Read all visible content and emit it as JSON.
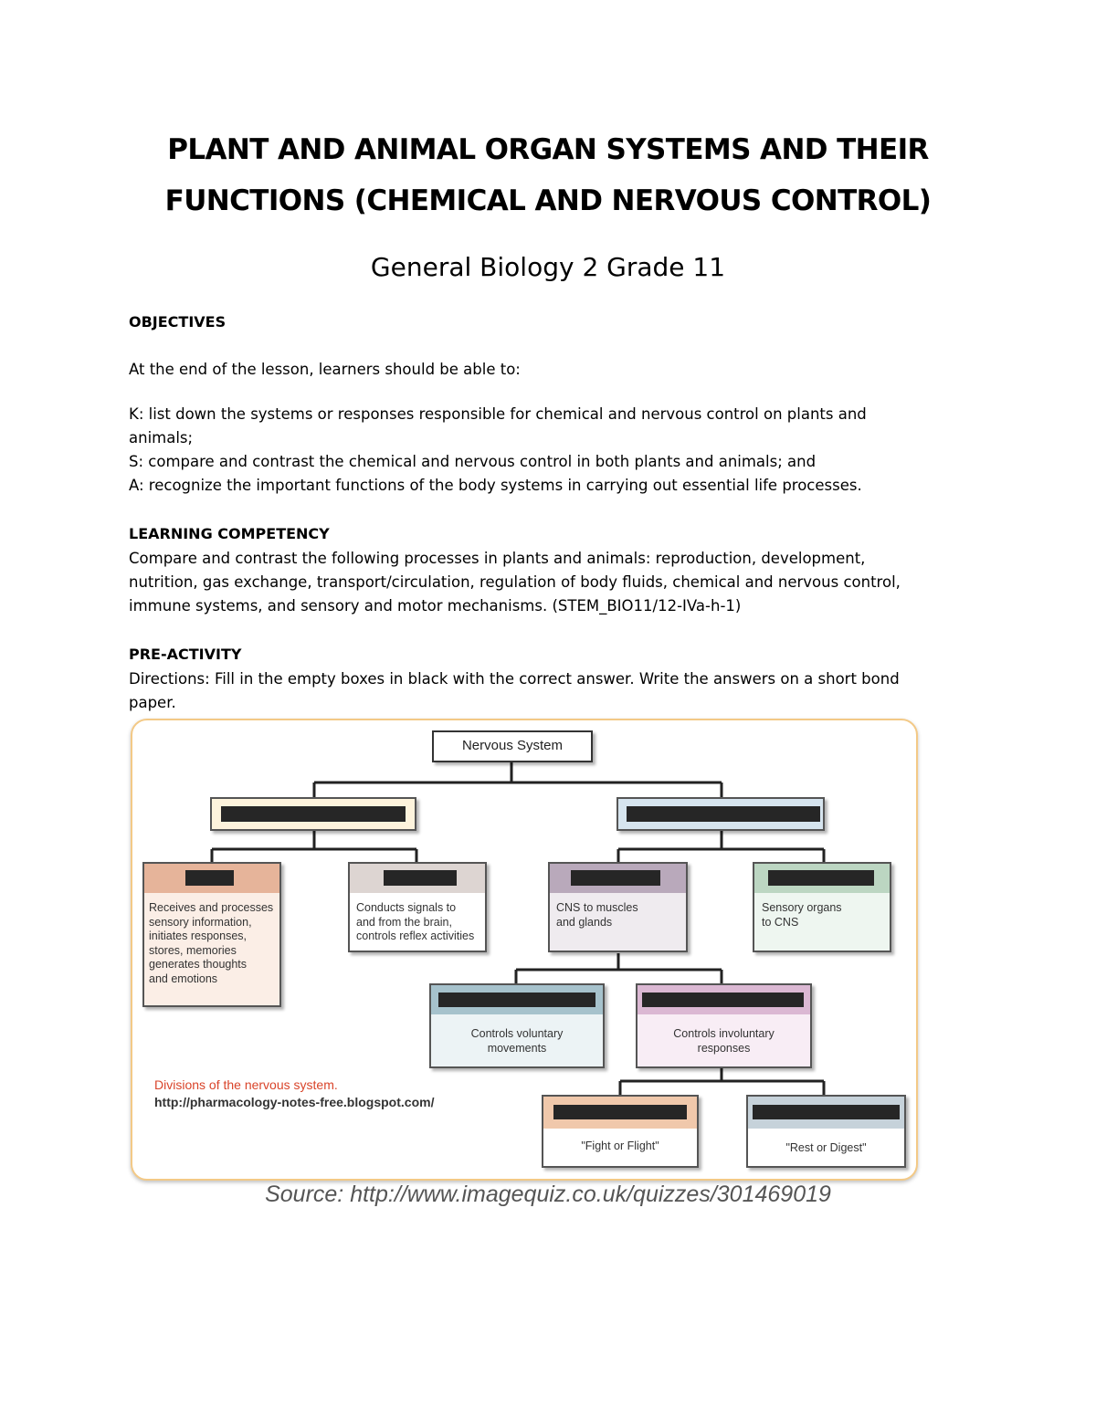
{
  "document": {
    "title_line1": "PLANT AND ANIMAL ORGAN SYSTEMS AND THEIR",
    "title_line2": "FUNCTIONS (CHEMICAL AND NERVOUS CONTROL)",
    "subtitle": "General Biology 2 Grade 11"
  },
  "objectives": {
    "heading": "OBJECTIVES",
    "intro": "At the end of the lesson, learners should be able to:",
    "k_line1": "K: list down the systems or responses responsible for chemical and nervous control on plants and",
    "k_line2": "animals;",
    "s_line": "S: compare and contrast the chemical and nervous control in both plants and animals; and",
    "a_line": "A: recognize the important functions of the body systems in carrying out essential life processes."
  },
  "learning_competency": {
    "heading": "LEARNING COMPETENCY",
    "line1": "Compare and contrast the following processes in plants and animals: reproduction, development,",
    "line2": "nutrition, gas exchange, transport/circulation, regulation of body fluids, chemical and nervous control,",
    "line3": "immune systems, and sensory and motor mechanisms. (STEM_BIO11/12-IVa-h-1)"
  },
  "pre_activity": {
    "heading": "PRE-ACTIVITY",
    "line1": "Directions: Fill in the empty boxes in black with the correct answer. Write the answers on a short bond",
    "line2": "paper."
  },
  "diagram": {
    "root": "Nervous System",
    "brain_text": [
      "Receives and processes",
      "sensory information,",
      "initiates responses,",
      "stores, memories",
      "generates thoughts",
      "and emotions"
    ],
    "spinal_text": [
      "Conducts signals to",
      "and from the brain,",
      "controls reflex activities"
    ],
    "motor_text": [
      "CNS to muscles",
      "and glands"
    ],
    "sensory_text": [
      "Sensory organs",
      "to CNS"
    ],
    "somatic_text": [
      "Controls voluntary",
      "movements"
    ],
    "autonomic_text": [
      "Controls involuntary",
      "responses"
    ],
    "sympathetic_text": "\"Fight or Flight\"",
    "parasympathetic_text": "\"Rest or Digest\"",
    "caption_line1": "Divisions of the nervous system.",
    "caption_line2": "http://pharmacology-notes-free.blogspot.com/",
    "colors": {
      "cns_head": "#fdf3dc",
      "pns_head": "#d6e4ee",
      "brain_head": "#e6b49a",
      "brain_body": "#fbeee6",
      "spinal_head": "#ddd5d2",
      "motor_head": "#b9a9bb",
      "motor_body": "#efebef",
      "sensory_head": "#bcd6c2",
      "sensory_body": "#eef6f0",
      "somatic_head": "#a6c2cc",
      "somatic_body": "#ecf3f5",
      "autonomic_head": "#dbb8d3",
      "autonomic_body": "#f8edf5",
      "sympathetic_head": "#f0c8ab",
      "parasympathetic_head": "#c6d2da",
      "caption_red": "#d9442a"
    }
  },
  "source": "Source: http://www.imagequiz.co.uk/quizzes/301469019"
}
